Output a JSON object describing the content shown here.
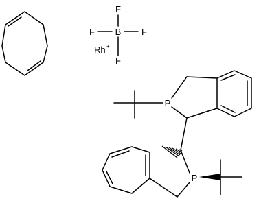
{
  "atoms": {
    "rh": "Rh",
    "rh_charge": "+",
    "boron": "B",
    "boron_charge": "-",
    "f_top": "F",
    "f_left": "F",
    "f_right": "F",
    "f_bottom": "F",
    "p_upper": "P",
    "p_lower": "P"
  }
}
